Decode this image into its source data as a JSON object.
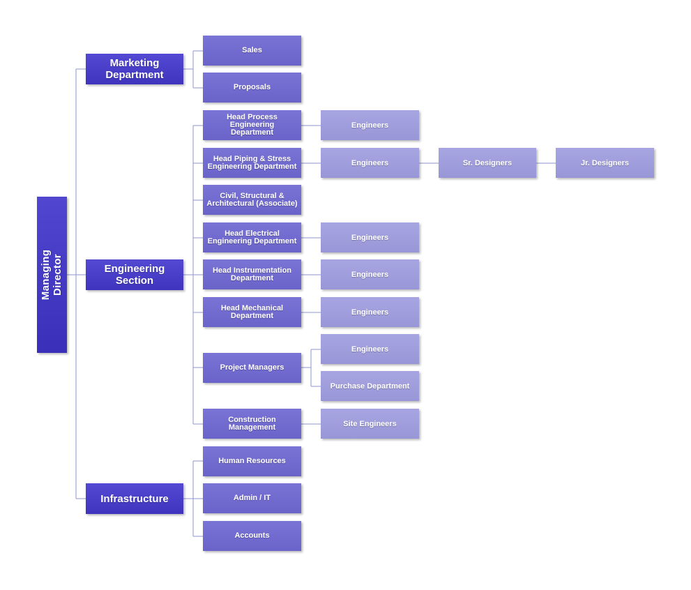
{
  "chart": {
    "root": "Managing Director",
    "departments": [
      {
        "label": "Marketing\nDepartment",
        "children": [
          {
            "label": "Sales",
            "reports": []
          },
          {
            "label": "Proposals",
            "reports": []
          }
        ]
      },
      {
        "label": "Engineering\nSection",
        "children": [
          {
            "label": "Head Process Engineering\nDepartment",
            "reports": [
              "Engineers"
            ]
          },
          {
            "label": "Head Piping & Stress\nEngineering Department",
            "reports": [
              "Engineers",
              "Sr. Designers",
              "Jr. Designers"
            ]
          },
          {
            "label": "Civil, Structural &\nArchitectural (Associate)",
            "reports": []
          },
          {
            "label": "Head Electrical\nEngineering Department",
            "reports": [
              "Engineers"
            ]
          },
          {
            "label": "Head Instrumentation\nDepartment",
            "reports": [
              "Engineers"
            ]
          },
          {
            "label": "Head Mechanical\nDepartment",
            "reports": [
              "Engineers"
            ]
          },
          {
            "label": "Project Managers",
            "reports": [
              "Engineers",
              "Purchase Department"
            ]
          },
          {
            "label": "Construction Management",
            "reports": [
              "Site Engineers"
            ]
          }
        ]
      },
      {
        "label": "Infrastructure",
        "children": [
          {
            "label": "Human Resources",
            "reports": []
          },
          {
            "label": "Admin / IT",
            "reports": []
          },
          {
            "label": "Accounts",
            "reports": []
          }
        ]
      }
    ],
    "colors": {
      "root": "#3f35bf",
      "department": "#4a40c9",
      "unit": "#7068cd",
      "team": "#9e9cdb",
      "connector": "#8f94cf"
    }
  }
}
